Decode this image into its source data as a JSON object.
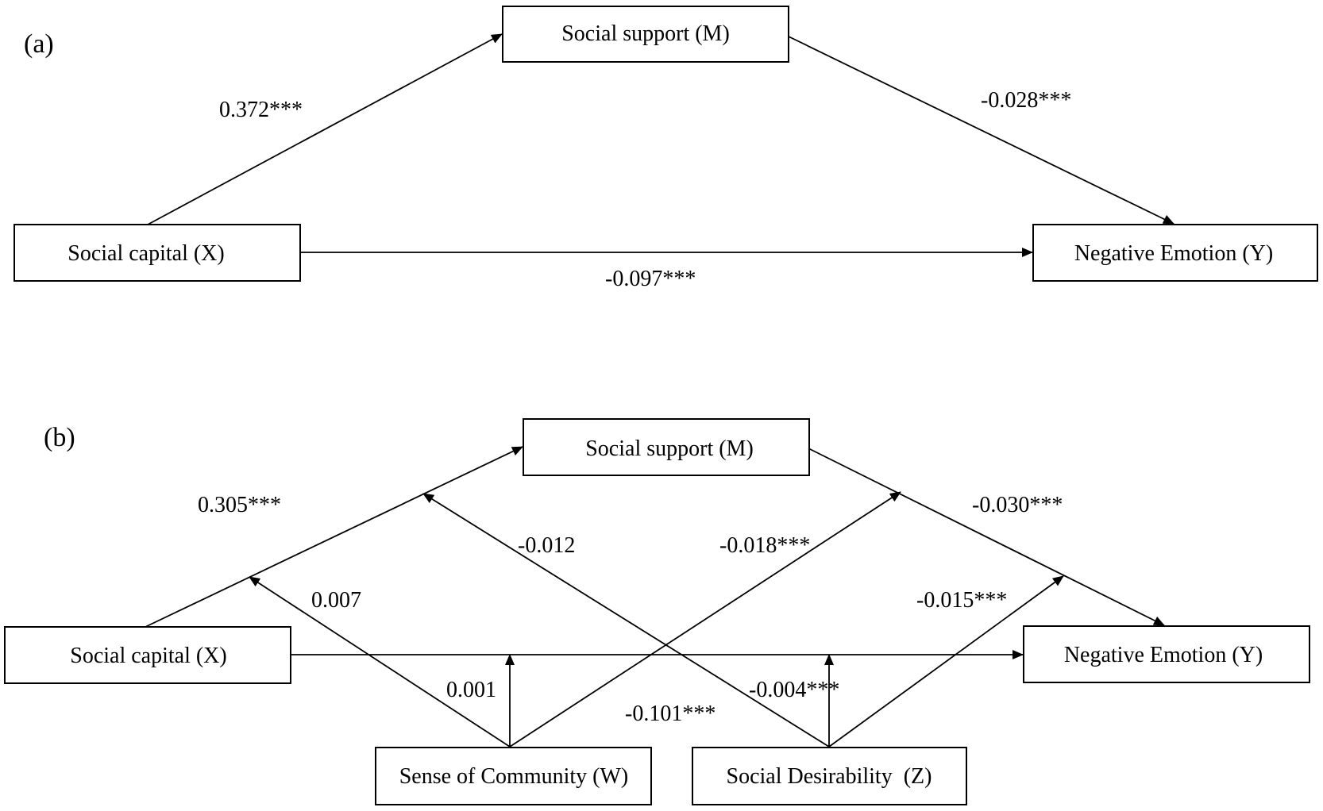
{
  "panel_a": {
    "label": "(a)",
    "nodes": {
      "m": "Social support (M)",
      "x": "Social capital (X)",
      "y": "Negative Emotion (Y)"
    },
    "paths": {
      "x_to_m": "0.372***",
      "m_to_y": "-0.028***",
      "x_to_y": "-0.097***"
    }
  },
  "panel_b": {
    "label": "(b)",
    "nodes": {
      "m": "Social support (M)",
      "x": "Social capital (X)",
      "y": "Negative Emotion (Y)",
      "w": "Sense of Community (W)",
      "z": "Social Desirability  (Z)"
    },
    "paths": {
      "x_to_m": "0.305***",
      "m_to_y": "-0.030***",
      "x_to_y": "-0.101***",
      "w_on_xm": "0.007",
      "z_on_xm": "-0.012",
      "w_on_my": "-0.018***",
      "z_on_my": "-0.015***",
      "w_on_xy": "0.001",
      "z_on_xy": "-0.004***"
    }
  }
}
